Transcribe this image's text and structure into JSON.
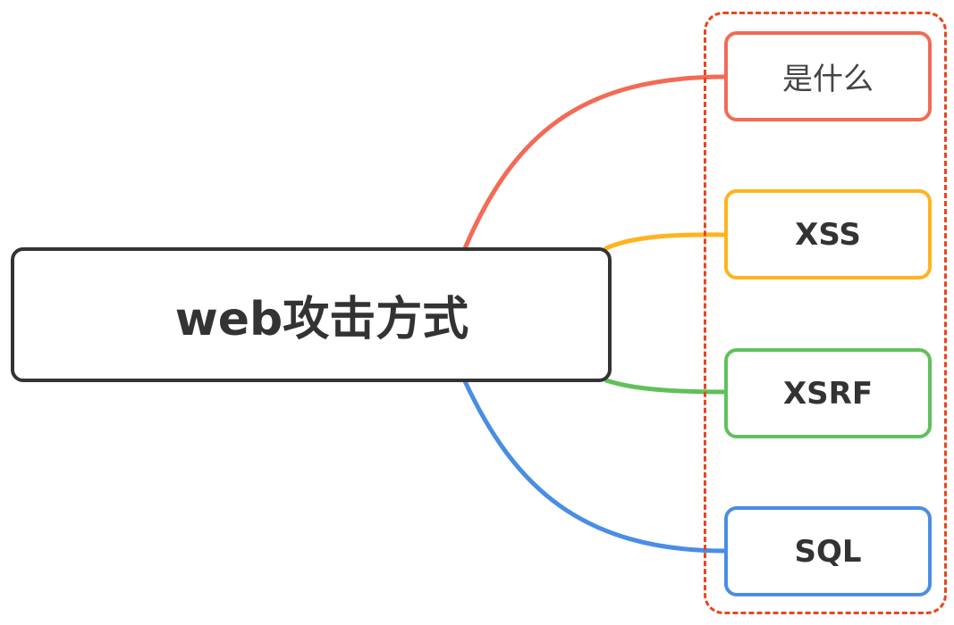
{
  "root": {
    "label": "web攻击方式"
  },
  "children": [
    {
      "label": "是什么",
      "color": "#f26b55"
    },
    {
      "label": "XSS",
      "color": "#ffb31f"
    },
    {
      "label": "XSRF",
      "color": "#5fc15a"
    },
    {
      "label": "SQL",
      "color": "#4a8ee4"
    }
  ],
  "colors": {
    "root_border": "#333333",
    "group_frame": "#e8461e"
  }
}
